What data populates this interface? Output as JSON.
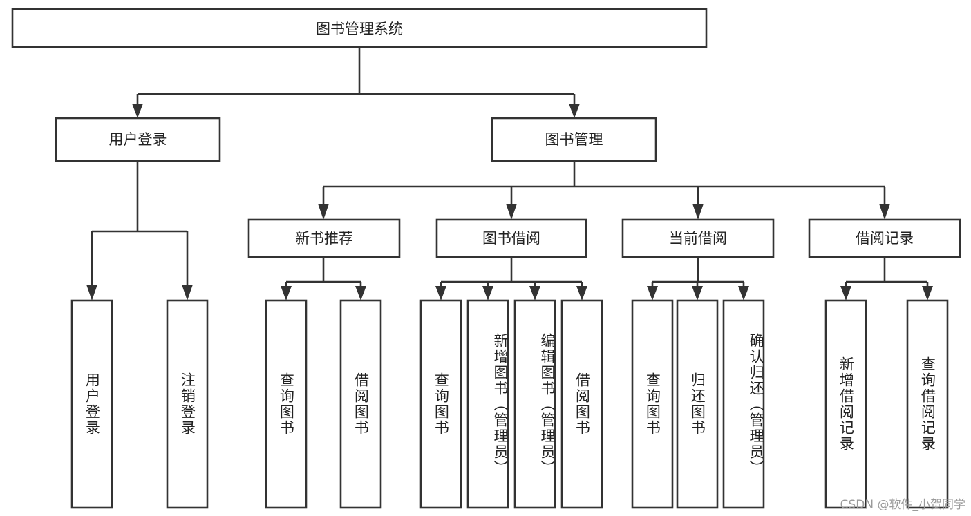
{
  "diagram": {
    "type": "tree",
    "orientation": "top-down",
    "title": "图书管理系统",
    "colors": {
      "box_stroke": "#333333",
      "box_fill": "#ffffff",
      "text": "#222222",
      "background": "#ffffff",
      "watermark": "#9a9a9a"
    },
    "root": {
      "label": "图书管理系统"
    },
    "level1": [
      {
        "label": "用户登录"
      },
      {
        "label": "图书管理"
      }
    ],
    "level2": [
      {
        "label": "新书推荐"
      },
      {
        "label": "图书借阅"
      },
      {
        "label": "当前借阅"
      },
      {
        "label": "借阅记录"
      }
    ],
    "leaves": {
      "user_login": [
        {
          "label": "用户登录"
        },
        {
          "label": "注销登录"
        }
      ],
      "new_book_recommend": [
        {
          "label": "查询图书"
        },
        {
          "label": "借阅图书"
        }
      ],
      "book_borrow": [
        {
          "label": "查询图书"
        },
        {
          "label": "新增图书（管理员）"
        },
        {
          "label": "编辑图书（管理员）"
        },
        {
          "label": "借阅图书"
        }
      ],
      "current_borrow": [
        {
          "label": "查询图书"
        },
        {
          "label": "归还图书"
        },
        {
          "label": "确认归还（管理员）"
        }
      ],
      "borrow_record": [
        {
          "label": "新增借阅记录"
        },
        {
          "label": "查询借阅记录"
        }
      ]
    }
  },
  "watermark": {
    "text": "CSDN @软件_小贺同学"
  }
}
